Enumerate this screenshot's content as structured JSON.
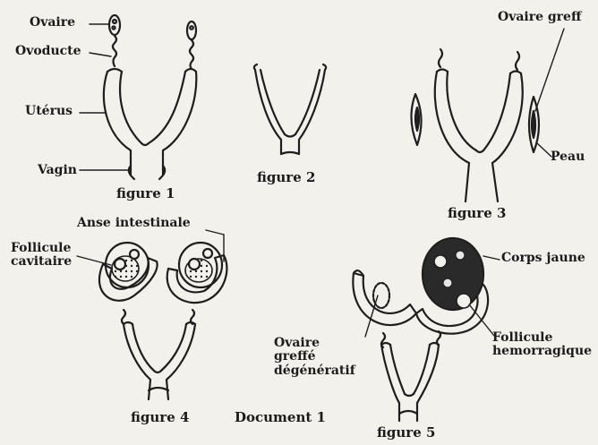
{
  "labels": {
    "ovaire": "Ovaire",
    "oviducte": "Ovoducte",
    "uterus": "Utérus",
    "vagin": "Vagin",
    "ovaire_greffe": "Ovaire greff",
    "peau": "Peau",
    "anse_intestinale": "Anse intestinale",
    "follicule_cavitaire": "Follicule cavitaire",
    "corps_jaune": "Corps jaune",
    "ovaire_greffe_degeneratif": "Ovaire greffé dégénératif",
    "follicule_hemorragique": "Follicule hemorragique"
  },
  "captions": {
    "figure1": "figure 1",
    "figure2": "figure 2",
    "figure3": "figure 3",
    "figure4": "figure 4",
    "figure5": "figure 5",
    "document": "Document 1"
  }
}
